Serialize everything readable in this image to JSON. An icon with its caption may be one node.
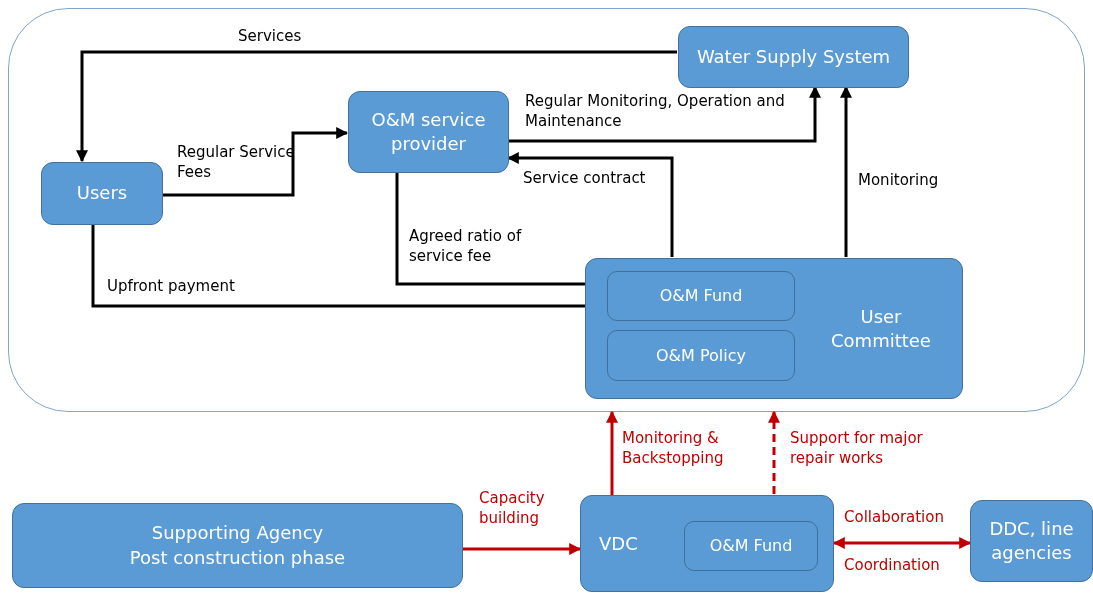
{
  "diagram": {
    "nodes": [
      {
        "text": [],
        "shape": "box"
      },
      {
        "text": [
          "Water Supply System"
        ],
        "in": 0
      },
      {
        "text": [
          "O&M service provider"
        ],
        "in": 0
      },
      {
        "text": [
          "Users"
        ],
        "in": 0
      },
      {
        "text": [
          "User Committee"
        ],
        "in": 0
      },
      {
        "text": [
          "O&M Fund"
        ],
        "in": 4
      },
      {
        "text": [
          "O&M Policy"
        ],
        "in": 4
      },
      {
        "text": [
          "Supporting Agency",
          "Post construction phase"
        ]
      },
      {
        "text": [
          "VDC"
        ]
      },
      {
        "text": [
          "O&M Fund"
        ],
        "in": 8
      },
      {
        "text": [
          "DDC, line agencies"
        ]
      }
    ],
    "edges": [
      {
        "from": 1,
        "to": 3,
        "arrow": "to",
        "label": "Services"
      },
      {
        "from": 3,
        "to": 2,
        "arrow": "to",
        "label": "Regular Service Fees"
      },
      {
        "from": 2,
        "to": 5,
        "arrow": "to",
        "label": "Agreed ratio of service fee"
      },
      {
        "from": 3,
        "to": 5,
        "arrow": "to",
        "label": "Upfront payment"
      },
      {
        "from": 2,
        "to": 1,
        "arrow": "to",
        "label": "Regular Monitoring, Operation and Maintenance"
      },
      {
        "from": 4,
        "to": 2,
        "arrow": "to",
        "label": "Service contract"
      },
      {
        "from": 4,
        "to": 1,
        "arrow": "to",
        "label": "Monitoring"
      },
      {
        "from": 8,
        "to": 0,
        "arrow": "to",
        "label": "Monitoring & Backstopping",
        "color": "#c00000"
      },
      {
        "from": 9,
        "to": 0,
        "arrow": "to",
        "label": "Support for major repair works",
        "style": "dashed",
        "color": "#c00000"
      },
      {
        "from": 7,
        "to": 8,
        "arrow": "to",
        "label": "Capacity building",
        "color": "#c00000"
      },
      {
        "from": 8,
        "to": 10,
        "arrow": "both",
        "label": "Collaboration",
        "color": "#c00000"
      }
    ],
    "labels": [
      "Coordination"
    ]
  }
}
